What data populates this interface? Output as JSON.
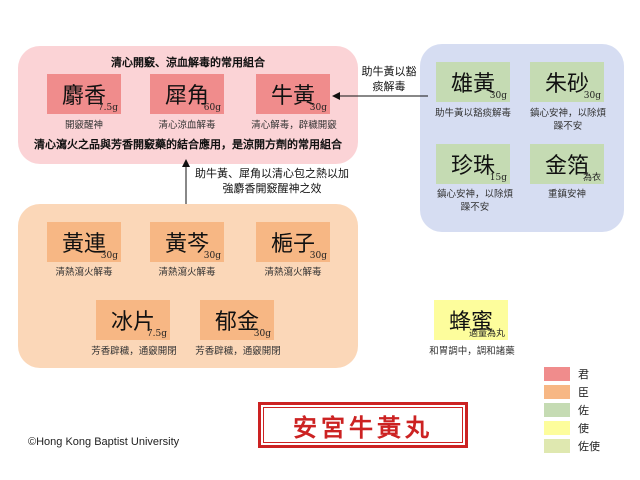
{
  "group_titles": {
    "top": "清心開竅、涼血解毒的常用組合",
    "top_bottom": "清心瀉火之品與芳香開竅藥的結合應用，是涼開方劑的常用組合"
  },
  "notes": {
    "arrow_right": "助牛黃以豁痰解毒",
    "arrow_up": "助牛黃、犀角以清心包之熱以加強麝香開竅醒神之效"
  },
  "herbs": {
    "shexiang": {
      "name": "麝香",
      "dose": "7.5g",
      "caption": "開竅醒神"
    },
    "xijiao": {
      "name": "犀角",
      "dose": "60g",
      "caption": "清心涼血解毒"
    },
    "niuhuang": {
      "name": "牛黃",
      "dose": "30g",
      "caption": "清心解毒，辟穢開竅"
    },
    "xionghuang": {
      "name": "雄黃",
      "dose": "30g",
      "caption": "助牛黃以豁痰解毒"
    },
    "zhusha": {
      "name": "朱砂",
      "dose": "30g",
      "caption": "鎮心安神，以除煩躁不安"
    },
    "zhenzhu": {
      "name": "珍珠",
      "dose": "15g",
      "caption": "鎮心安神，以除煩躁不安"
    },
    "jinbo": {
      "name": "金箔",
      "dose": "為衣",
      "caption": "重鎮安神"
    },
    "huanglian": {
      "name": "黃連",
      "dose": "30g",
      "caption": "清熱瀉火解毒"
    },
    "huangqin": {
      "name": "黃芩",
      "dose": "30g",
      "caption": "清熱瀉火解毒"
    },
    "zhizi": {
      "name": "梔子",
      "dose": "30g",
      "caption": "清熱瀉火解毒"
    },
    "bingpian": {
      "name": "冰片",
      "dose": "7.5g",
      "caption": "芳香辟穢，通竅開閉"
    },
    "yujin": {
      "name": "郁金",
      "dose": "30g",
      "caption": "芳香辟穢，通竅開閉"
    },
    "fengmi": {
      "name": "蜂蜜",
      "dose": "適量為丸",
      "caption": "和胃調中，調和諸藥"
    }
  },
  "legend": [
    {
      "label": "君",
      "color": "#f08c8c"
    },
    {
      "label": "臣",
      "color": "#f7b784"
    },
    {
      "label": "佐",
      "color": "#c5dbb3"
    },
    {
      "label": "使",
      "color": "#fdfd9c"
    },
    {
      "label": "佐使",
      "color": "#dfe8b0"
    }
  ],
  "seal_text": "安宮牛黃丸",
  "copyright": "©Hong Kong Baptist University",
  "colors": {
    "jun": "#f08c8c",
    "chen": "#f7b784",
    "zuo": "#c5dbb3",
    "shi": "#fdfd9c",
    "zuoshi": "#dfe8b0"
  }
}
